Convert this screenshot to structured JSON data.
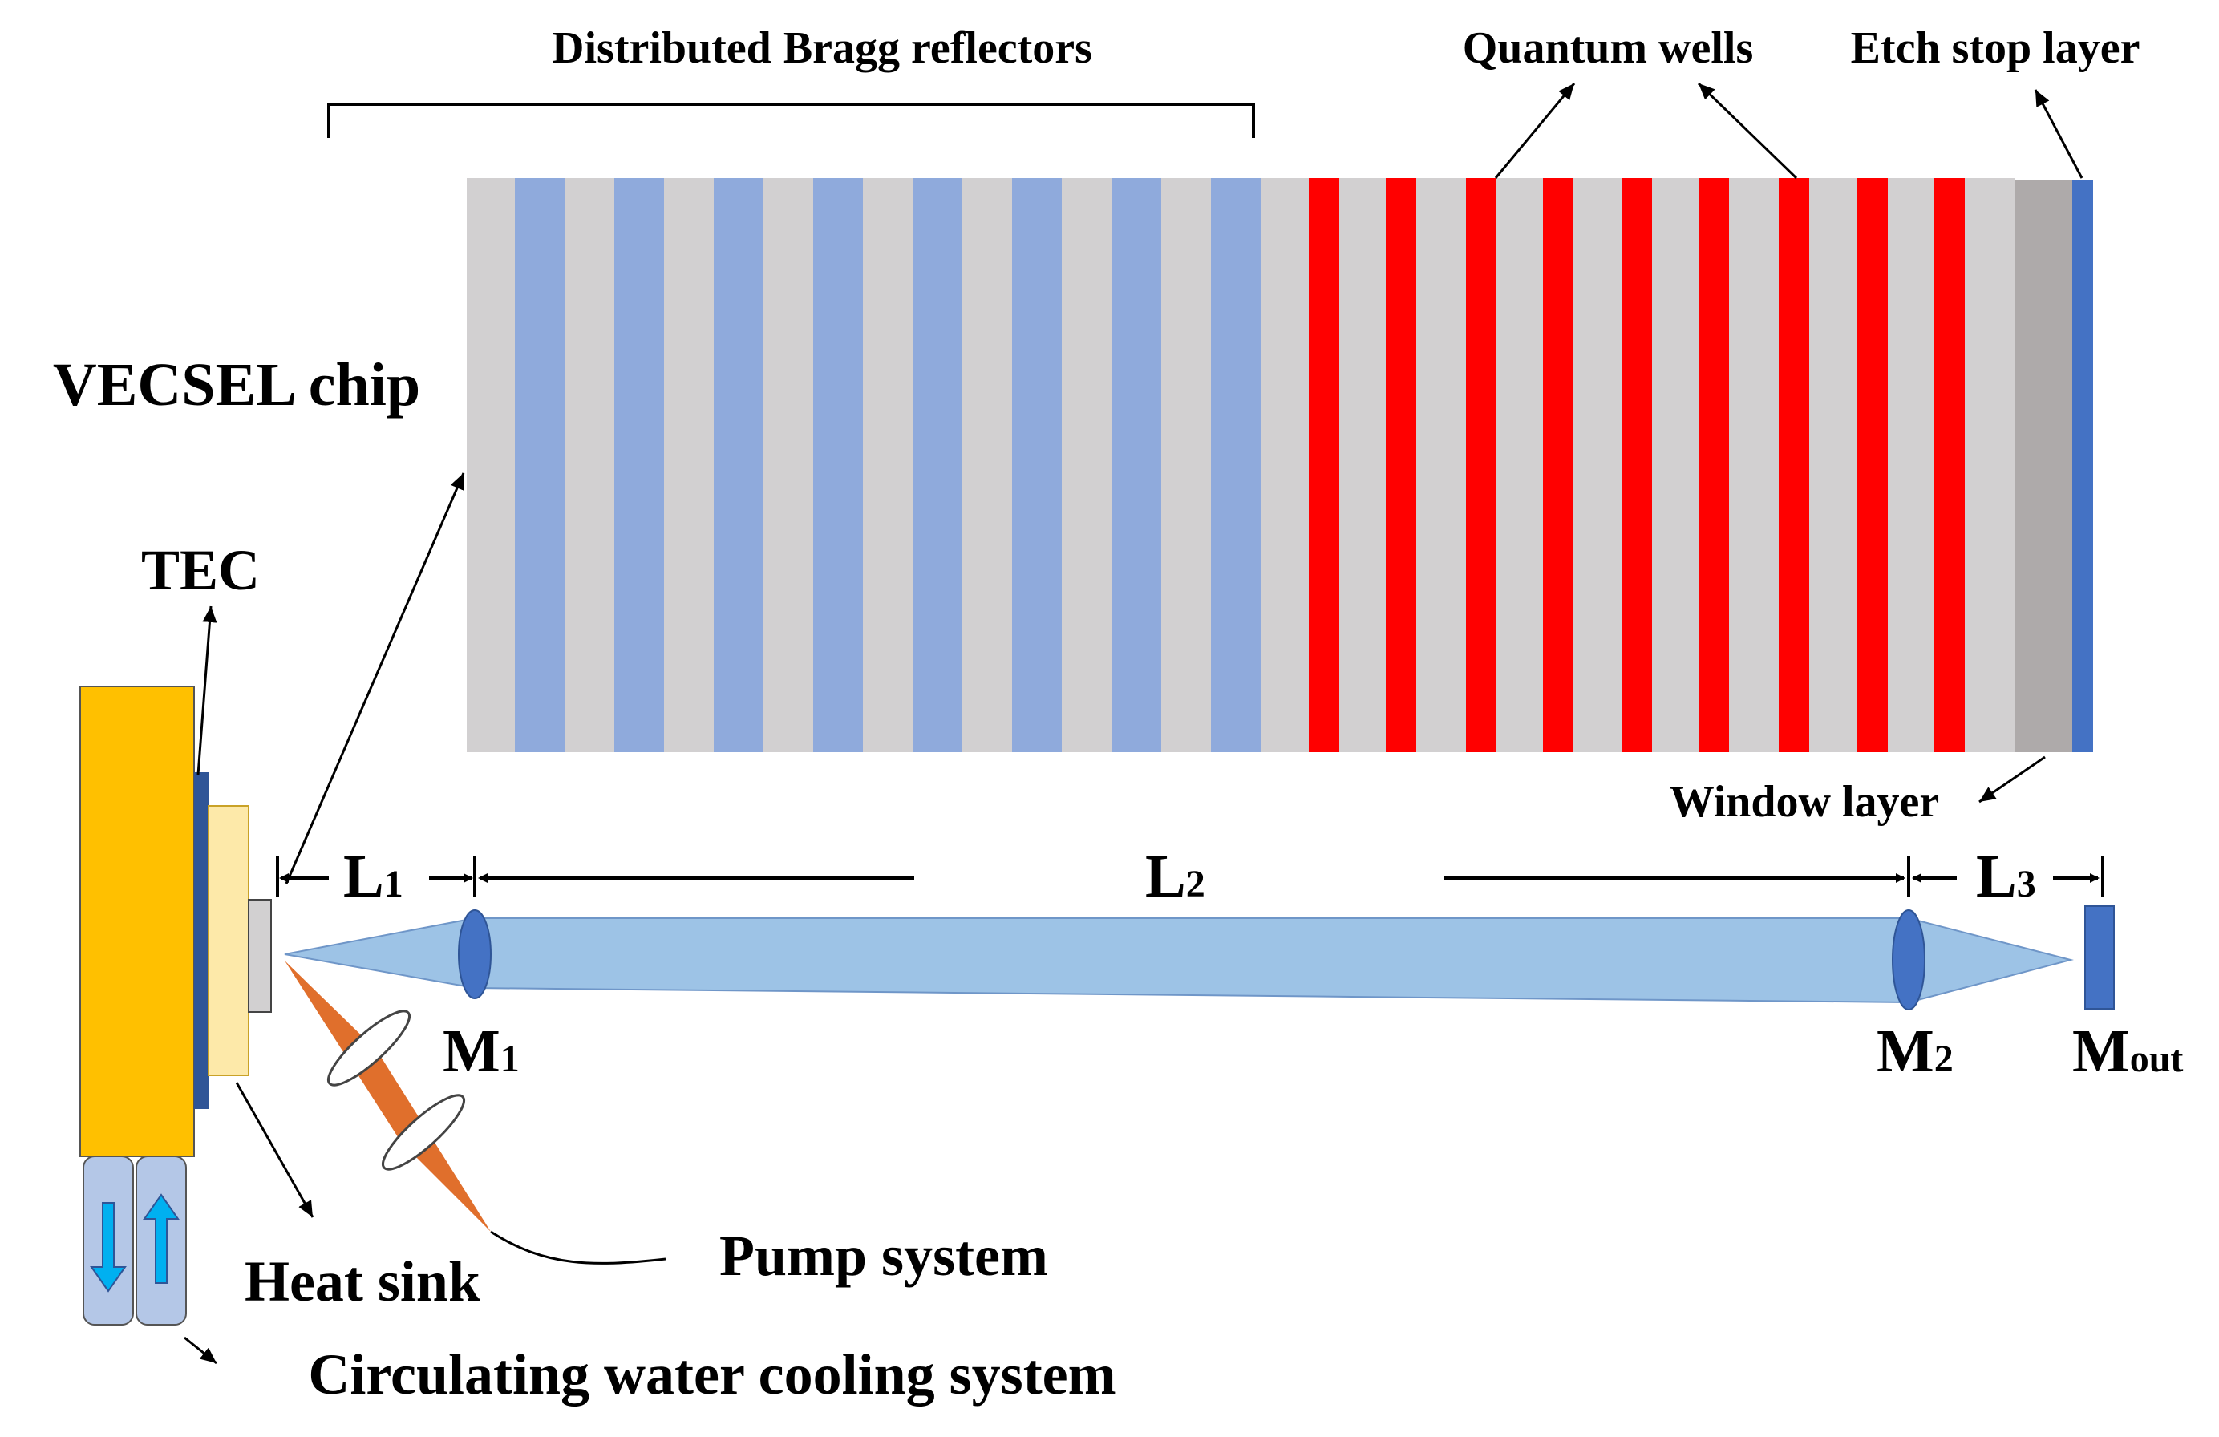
{
  "labels": {
    "dbr": "Distributed Bragg reflectors",
    "qw": "Quantum wells",
    "etch": "Etch stop layer",
    "chip": "VECSEL chip",
    "tec": "TEC",
    "window": "Window layer",
    "heatsink": "Heat sink",
    "pump": "Pump system",
    "cooling": "Circulating water cooling system"
  },
  "distances": {
    "l1": {
      "main": "L",
      "sub": "1"
    },
    "l2": {
      "main": "L",
      "sub": "2"
    },
    "l3": {
      "main": "L",
      "sub": "3"
    }
  },
  "mirrors": {
    "m1": {
      "main": "M",
      "sub": "1"
    },
    "m2": {
      "main": "M",
      "sub": "2"
    },
    "mout": {
      "main": "M",
      "sub": "out"
    }
  },
  "colors": {
    "spacer": "#d2d0d1",
    "dbr_layer": "#8faadc",
    "quantum_well": "#ff0000",
    "window_layer": "#aeaaaa",
    "etch_stop": "#4472c4",
    "heat_sink": "#ffc000",
    "tec_plate": "#fde9a9",
    "beam": "#9dc3e6",
    "mirror": "#4472c4",
    "pump_beam": "#e06f2c"
  }
}
